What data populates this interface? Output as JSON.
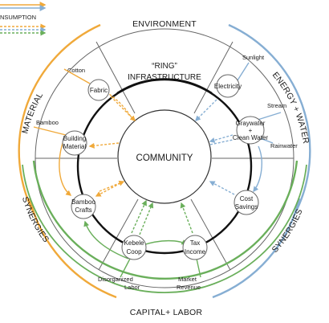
{
  "legend": {
    "consumption_label": "NSUMPTION"
  },
  "colors": {
    "material": "#f0a93a",
    "energy_water": "#86aed3",
    "capital_labor": "#6aaf5b",
    "line": "#555555",
    "ring": "#1a1a1a"
  },
  "sectors": {
    "environment": "ENVIRONMENT",
    "material": "MATERIAL",
    "energy_water": "ENERGY + WATER",
    "synergies_left": "SYNERGIES",
    "synergies_right": "SYNERGIES",
    "capital_labor": "CAPITAL+ LABOR"
  },
  "ring": {
    "line1": "“RING”",
    "line2": "INFRASTRUCTURE"
  },
  "center": {
    "label": "COMMUNITY"
  },
  "nodes": {
    "fabric": "Fabric",
    "building_material_1": "Building",
    "building_material_2": "Material",
    "bamboo_crafts_1": "Bamboo",
    "bamboo_crafts_2": "Crafts",
    "electricity": "Electricity",
    "graywater_1": "Graywater",
    "graywater_2": "+",
    "graywater_3": "Clean Water",
    "cost_savings_1": "Cost",
    "cost_savings_2": "Savings",
    "kebele_1": "Kebele",
    "kebele_2": "Coop",
    "tax_1": "Tax",
    "tax_2": "Income"
  },
  "sources": {
    "cotton": "Cotton",
    "bamboo": "Bamboo",
    "sunlight": "Sunlight",
    "stream": "Stream",
    "rainwater": "Rainwater",
    "disorganized_1": "Disorganized",
    "disorganized_2": "Labor",
    "market_1": "Market",
    "market_2": "Revenue"
  }
}
